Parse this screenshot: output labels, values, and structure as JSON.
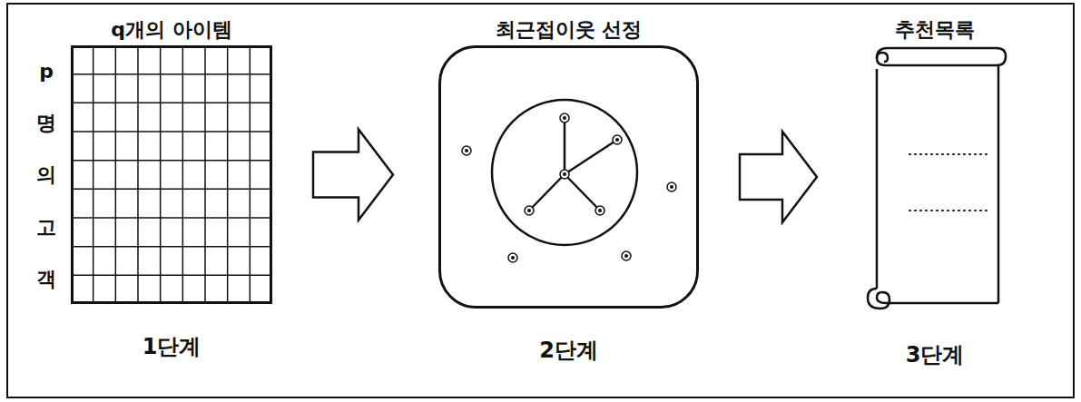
{
  "diagram": {
    "nodes": [
      {
        "text": [
          "q개의 아이템",
          "p명의고객",
          "1단계"
        ]
      },
      {
        "text": [
          "최근접이웃 선정",
          "2단계"
        ]
      },
      {
        "text": [
          "추천목록",
          "3단계"
        ]
      }
    ],
    "edges": [
      {
        "from": 0,
        "to": 1,
        "arrow": "to"
      },
      {
        "from": 1,
        "to": 2,
        "arrow": "to"
      }
    ]
  }
}
